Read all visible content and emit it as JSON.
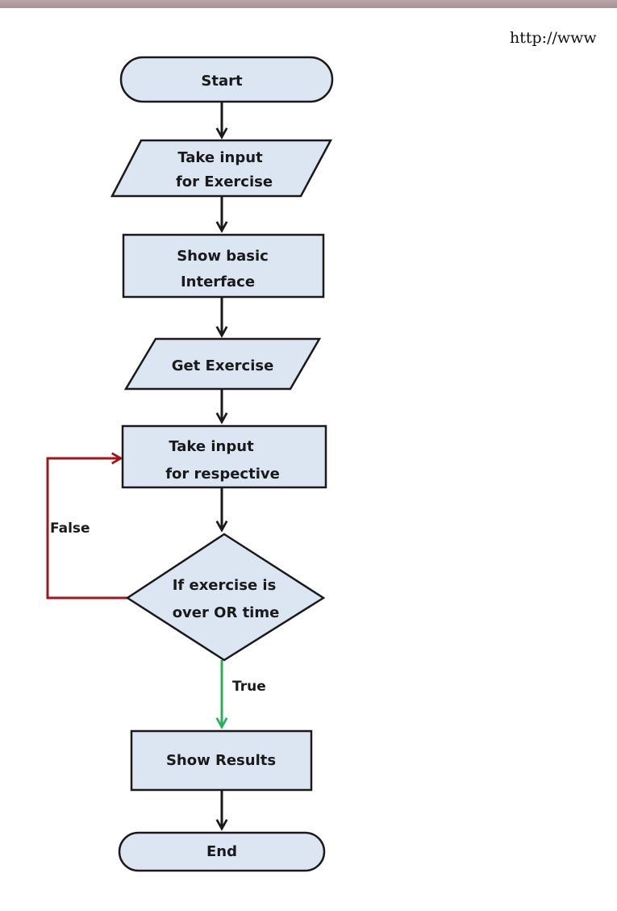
{
  "header": {
    "url_fragment": "http://www"
  },
  "flowchart": {
    "nodes": {
      "start": {
        "lines": [
          "Start"
        ]
      },
      "take_input_exercise": {
        "lines": [
          "Take input",
          "for Exercise"
        ]
      },
      "show_basic_interface": {
        "lines": [
          "Show basic",
          "Interface"
        ]
      },
      "get_exercise": {
        "lines": [
          "Get Exercise"
        ]
      },
      "take_input_respective": {
        "lines": [
          "Take input",
          "for respective"
        ]
      },
      "decision": {
        "lines": [
          "If exercise is",
          "over OR time"
        ]
      },
      "show_results": {
        "lines": [
          "Show Results"
        ]
      },
      "end": {
        "lines": [
          "End"
        ]
      }
    },
    "edge_labels": {
      "false": "False",
      "true": "True"
    },
    "colors": {
      "shape_fill": "#dce6f2",
      "outline": "#1a1a1a",
      "false_edge": "#a3141d",
      "true_edge": "#2bb05a"
    }
  }
}
